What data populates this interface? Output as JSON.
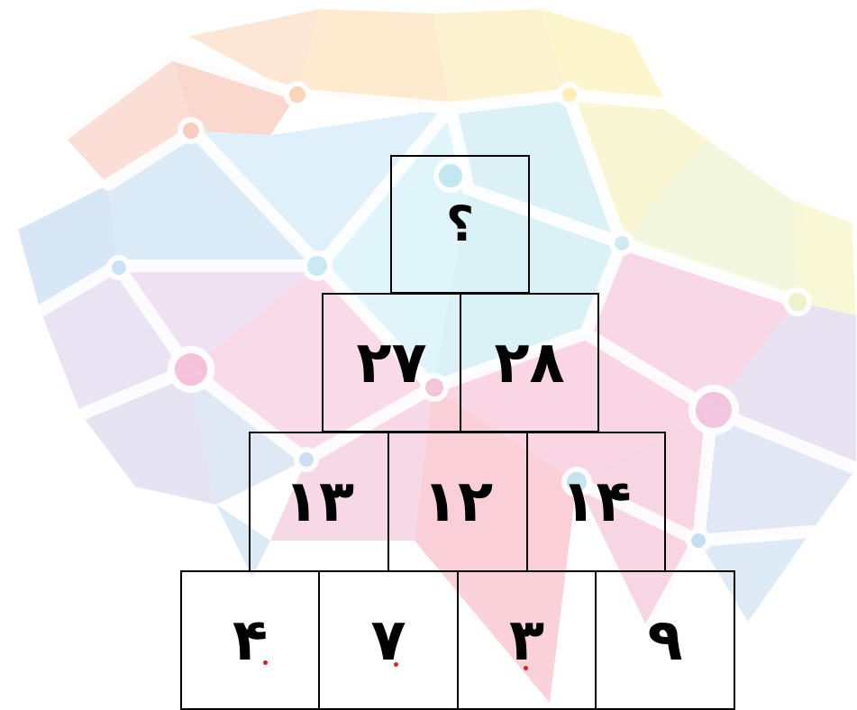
{
  "puzzle": {
    "row1": [
      "؟"
    ],
    "row2": [
      "۲۸",
      "۲۷"
    ],
    "row3": [
      "۱۴",
      "۱۲",
      "۱۳"
    ],
    "row4": [
      "۹",
      "۳",
      "۷",
      "۴"
    ]
  },
  "background": {
    "icon": "brain-network-icon",
    "colors": [
      "#f9c9d8",
      "#c9e6f5",
      "#fde5c6",
      "#d9d3ec",
      "#fff4c6",
      "#bfe7ef"
    ]
  }
}
